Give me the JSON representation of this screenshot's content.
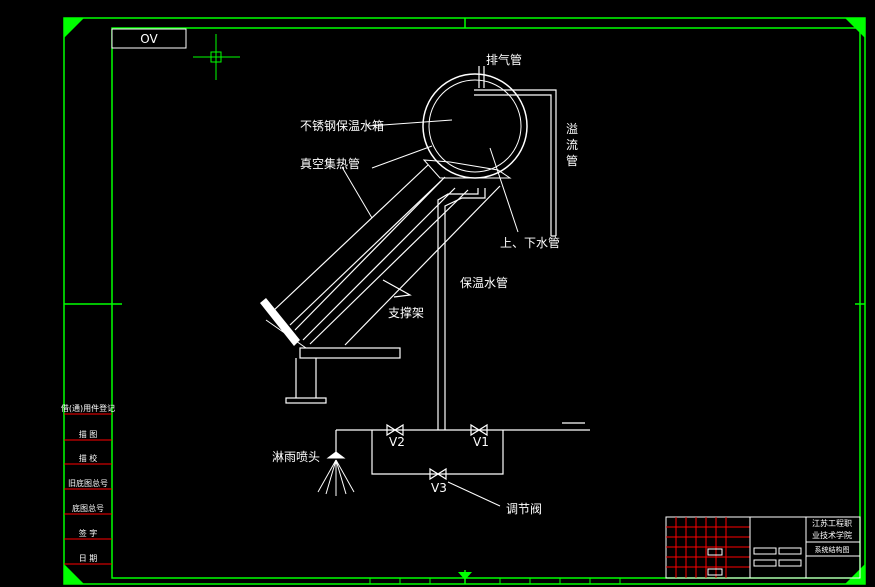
{
  "viewport_tab": "OV",
  "labels": {
    "exhaust_pipe": "排气管",
    "tank": "不锈钢保温水箱",
    "vacuum_tube": "真空集热管",
    "overflow_pipe": [
      "溢",
      "流",
      "管"
    ],
    "up_down_pipe": "上、下水管",
    "insulated_pipe": "保温水管",
    "support": "支撑架",
    "shower": "淋雨喷头",
    "valve_v1": "V1",
    "valve_v2": "V2",
    "valve_v3": "V3",
    "regulating_valve": "调节阀"
  },
  "left_table": [
    "借(通)用件登记",
    "描  图",
    "描  校",
    "旧底图总号",
    "底图总号",
    "签  字",
    "日  期"
  ],
  "title_block": {
    "school": [
      "江苏工程职",
      "业技术学院"
    ],
    "drawing_name": "系统结构图"
  },
  "colors": {
    "background": "#000000",
    "frame": "#00ff00",
    "lines": "#ffffff",
    "table_lines": "#ff0000",
    "title_text": "#ffffff"
  }
}
